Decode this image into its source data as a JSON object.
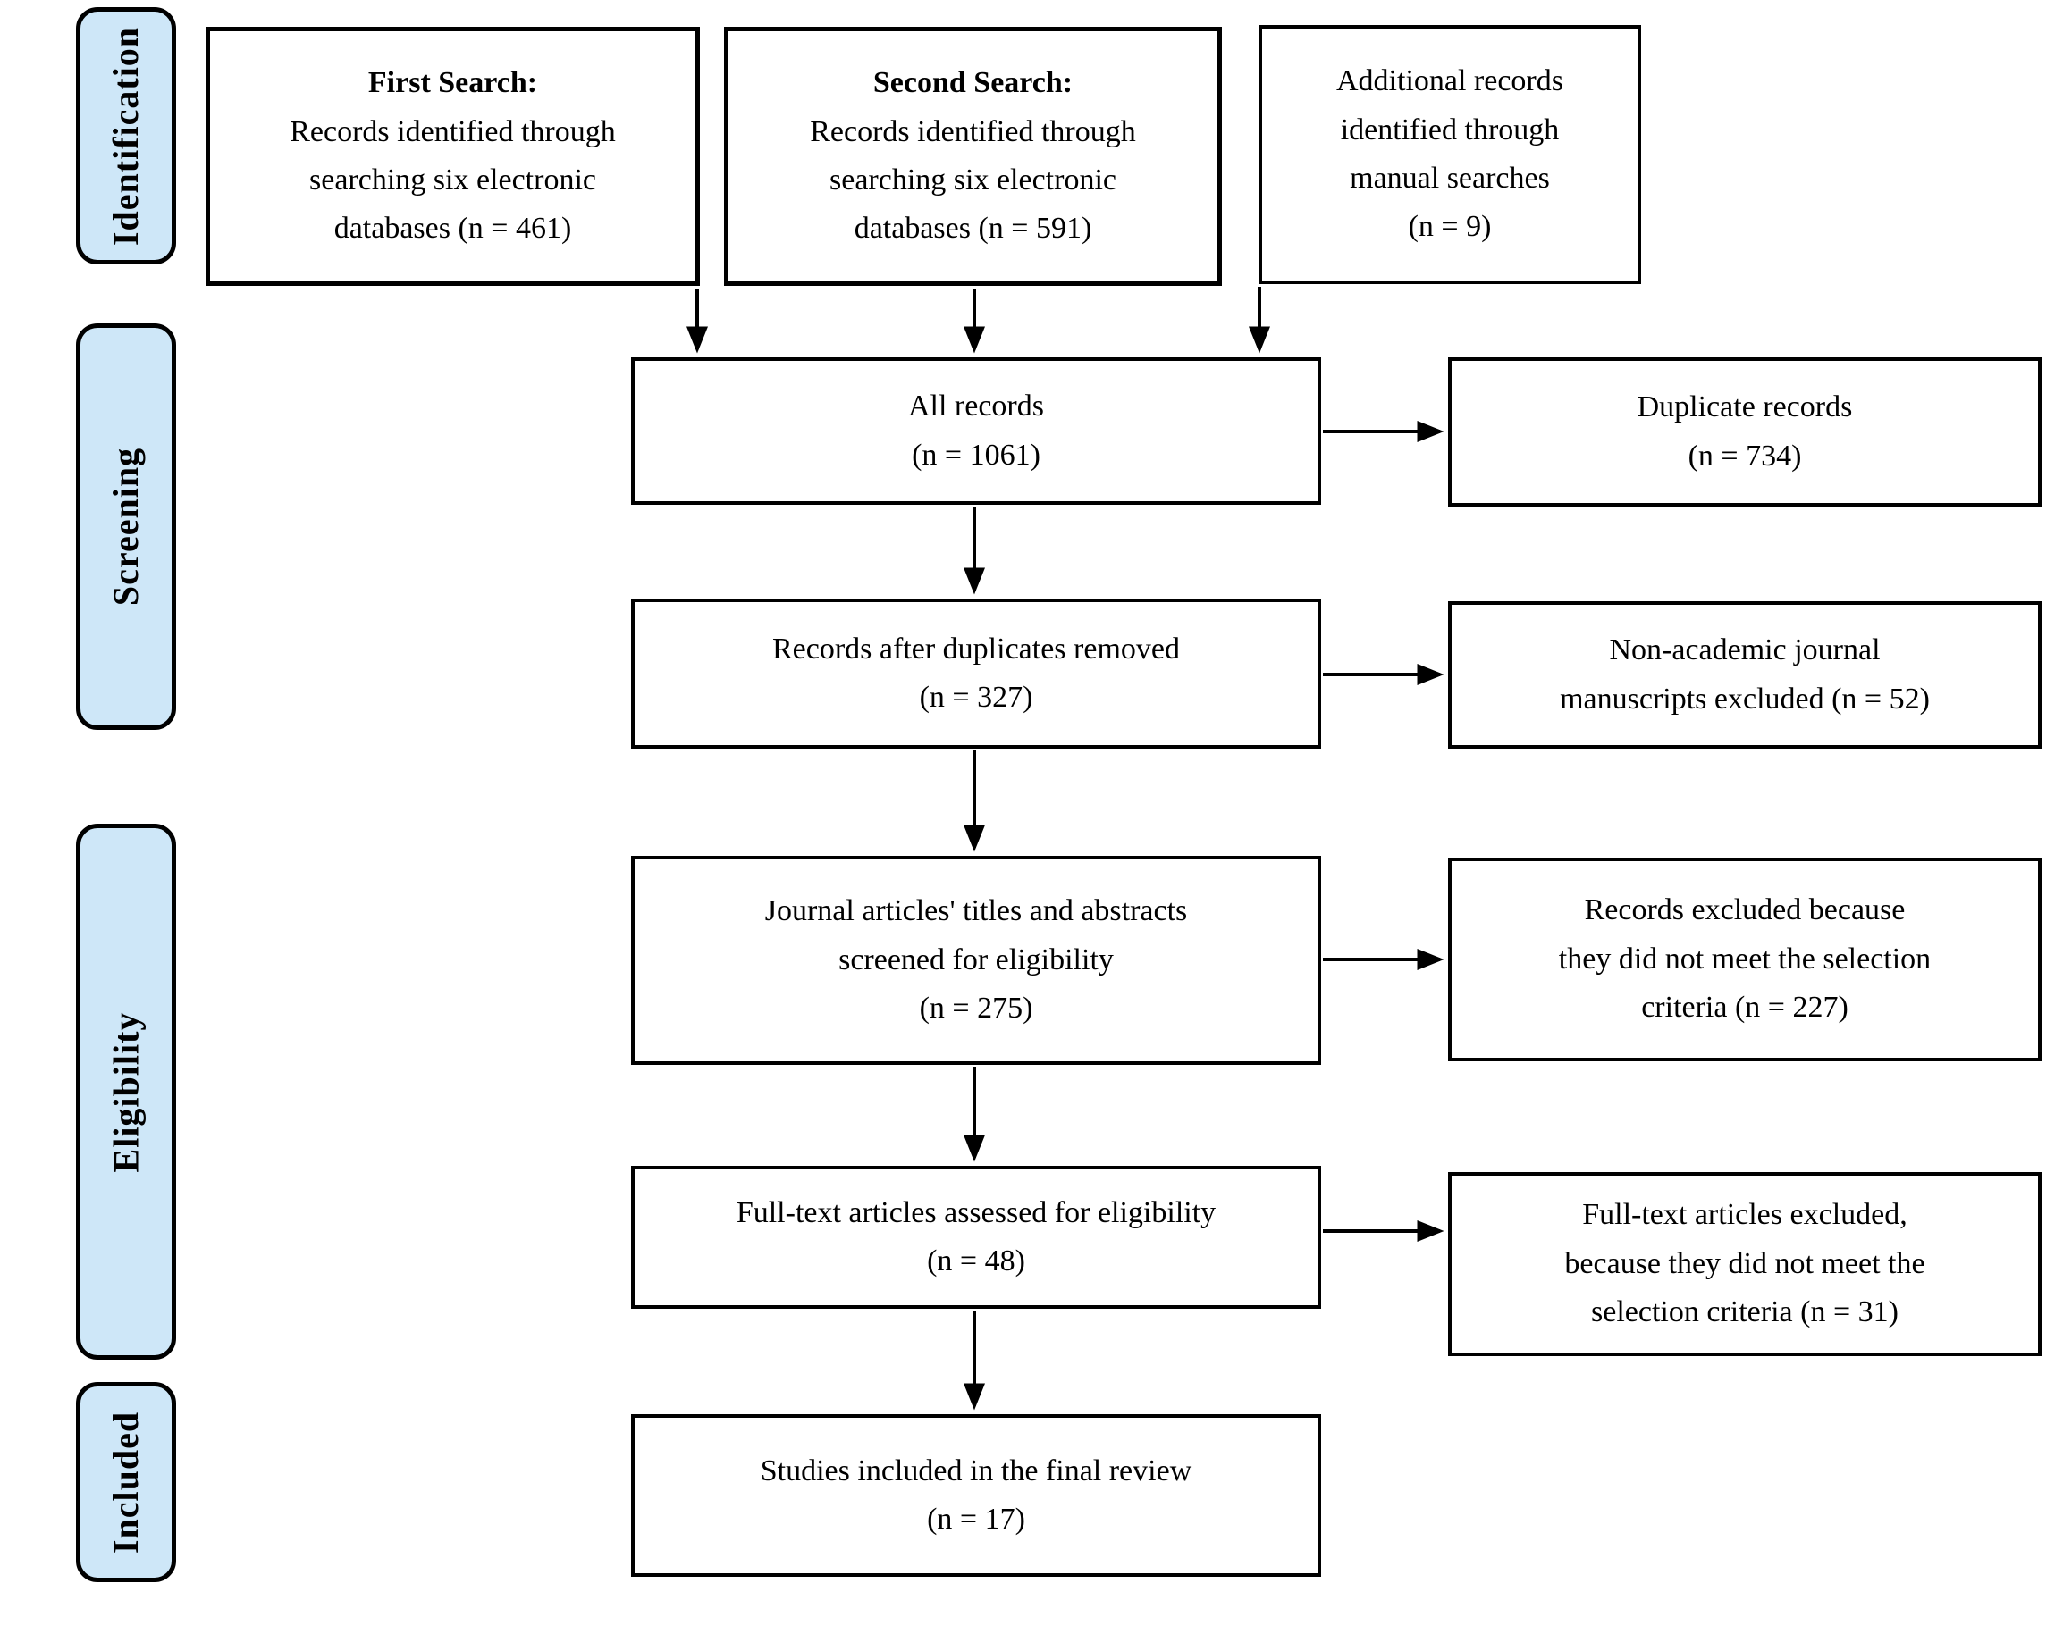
{
  "colors": {
    "background": "#ffffff",
    "box_border": "#000000",
    "sidebar_fill": "#cee7f8",
    "text": "#000000"
  },
  "sidebar": {
    "labels": [
      {
        "text": "Identification"
      },
      {
        "text": "Screening"
      },
      {
        "text": "Eligibility"
      },
      {
        "text": "Included"
      }
    ]
  },
  "top_row": [
    {
      "title": "First Search:",
      "lines": [
        "Records identified through",
        "searching six electronic",
        "databases (n = 461)"
      ]
    },
    {
      "title": "Second Search:",
      "lines": [
        "Records identified through",
        "searching six electronic",
        "databases (n = 591)"
      ]
    },
    {
      "title": "",
      "lines": [
        "Additional records",
        "identified through",
        "manual searches",
        "(n = 9)"
      ]
    }
  ],
  "main_flow": [
    {
      "lines": [
        "All records",
        "(n = 1061)"
      ]
    },
    {
      "lines": [
        "Records after duplicates removed",
        "(n = 327)"
      ]
    },
    {
      "lines": [
        "Journal articles' titles and abstracts",
        "screened for eligibility",
        "(n = 275)"
      ]
    },
    {
      "lines": [
        "Full-text articles assessed for eligibility",
        "(n = 48)"
      ]
    },
    {
      "lines": [
        "Studies included in the final review",
        "(n = 17)"
      ]
    }
  ],
  "exclusion_boxes": [
    {
      "lines": [
        "Duplicate records",
        "(n = 734)"
      ]
    },
    {
      "lines": [
        "Non-academic journal",
        "manuscripts excluded (n = 52)"
      ]
    },
    {
      "lines": [
        "Records excluded because",
        "they did not meet the selection",
        "criteria (n = 227)"
      ]
    },
    {
      "lines": [
        "Full-text articles excluded,",
        "because they did not meet the",
        "selection criteria (n = 31)"
      ]
    }
  ]
}
